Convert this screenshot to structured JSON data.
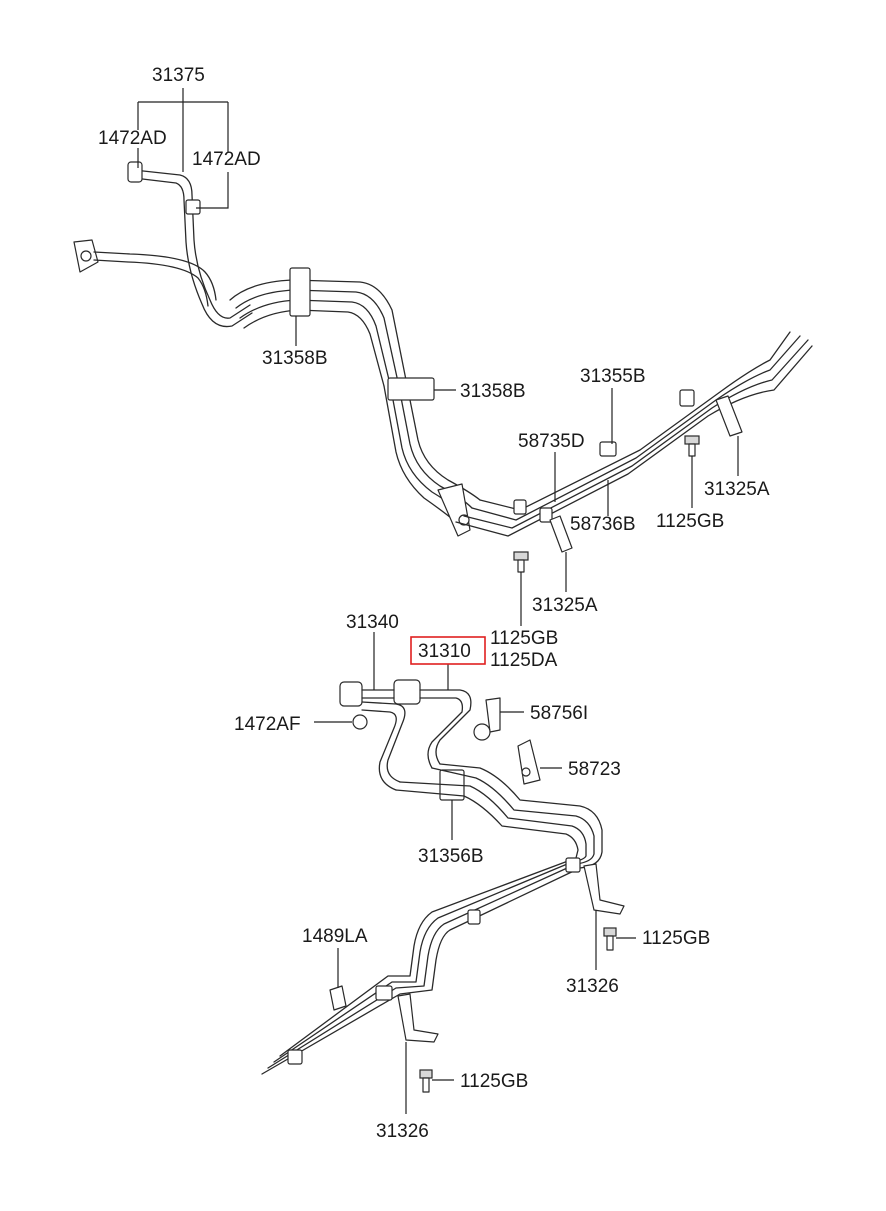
{
  "labels": {
    "l31375": "31375",
    "l1472AD_a": "1472AD",
    "l1472AD_b": "1472AD",
    "l31358B_a": "31358B",
    "l31358B_b": "31358B",
    "l31355B": "31355B",
    "l58735D": "58735D",
    "l58736B": "58736B",
    "l31325A_a": "31325A",
    "l1125GB_a": "1125GB",
    "l31325A_b": "31325A",
    "l1125GB_b": "1125GB",
    "l1125DA": "1125DA",
    "l31340": "31340",
    "l31310": "31310",
    "l58756I": "58756I",
    "l1472AF": "1472AF",
    "l58723": "58723",
    "l31356B": "31356B",
    "l1489LA": "1489LA",
    "l1125GB_c": "1125GB",
    "l31326_a": "31326",
    "l1125GB_d": "1125GB",
    "l31326_b": "31326"
  },
  "highlight": {
    "part": "31310",
    "color": "#e02020"
  }
}
